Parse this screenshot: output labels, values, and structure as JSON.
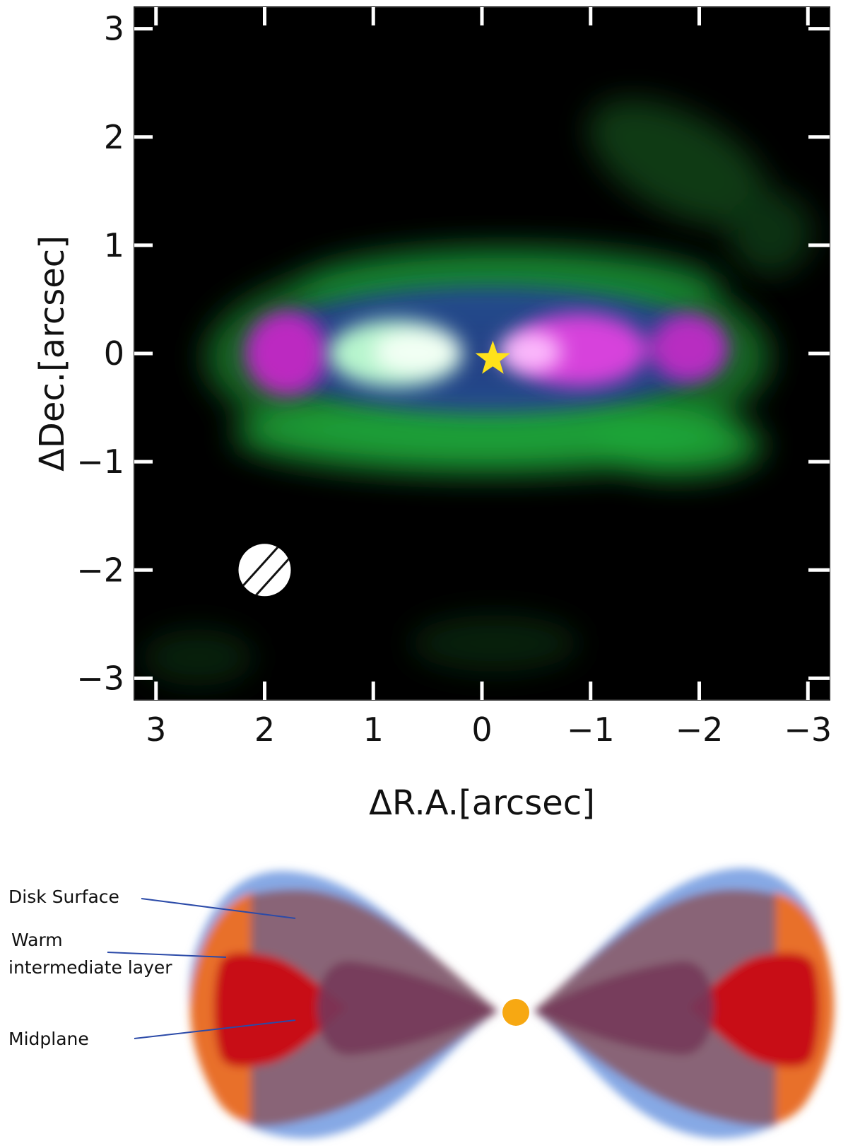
{
  "chart_data": {
    "type": "image-map",
    "xlabel": "ΔR.A.[arcsec]",
    "ylabel": "ΔDec.[arcsec]",
    "xlim": [
      3.2,
      -3.2
    ],
    "ylim": [
      -3.2,
      3.2
    ],
    "x_ticks": [
      {
        "value": 3,
        "label": "3"
      },
      {
        "value": 2,
        "label": "2"
      },
      {
        "value": 1,
        "label": "1"
      },
      {
        "value": 0,
        "label": "0"
      },
      {
        "value": -1,
        "label": "−1"
      },
      {
        "value": -2,
        "label": "−2"
      },
      {
        "value": -3,
        "label": "−3"
      }
    ],
    "y_ticks": [
      {
        "value": 3,
        "label": "3"
      },
      {
        "value": 2,
        "label": "2"
      },
      {
        "value": 1,
        "label": "1"
      },
      {
        "value": 0,
        "label": "0"
      },
      {
        "value": -1,
        "label": "−1"
      },
      {
        "value": -2,
        "label": "−2"
      },
      {
        "value": -3,
        "label": "−3"
      }
    ],
    "star_marker": {
      "x": -0.1,
      "y": -0.05,
      "color": "#ffe21a"
    },
    "beam": {
      "x": 2.0,
      "y": -2.0
    },
    "emission_colors": {
      "green": "#1fa83a",
      "magenta": "#e040e0",
      "blue": "#2a35a8",
      "white": "#f2fff4"
    }
  },
  "diagram": {
    "labels": [
      {
        "id": "disk-surface",
        "lines": [
          "Disk Surface"
        ]
      },
      {
        "id": "warm-layer",
        "lines": [
          "Warm",
          "intermediate layer"
        ]
      },
      {
        "id": "midplane",
        "lines": [
          "Midplane"
        ]
      }
    ],
    "colors": {
      "surface": "#7fa4e4",
      "warm": "#e8702a",
      "intermediate": "#8a5e6e",
      "midplane": "#c80c12",
      "star": "#f7a812",
      "leader": "#2b4aa8"
    }
  }
}
